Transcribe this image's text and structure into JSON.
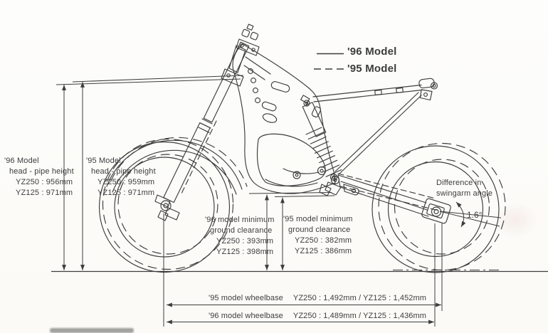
{
  "legend": {
    "model_96": "'96 Model",
    "model_95": "'95 Model"
  },
  "head_pipe_height_96": {
    "l1": "'96 Model",
    "l2": "head - pipe height",
    "l3": "YZ250 : 956mm",
    "l4": "YZ125 : 971mm"
  },
  "head_pipe_height_95": {
    "l1": "'95 Model",
    "l2": "head - pipe height",
    "l3": "YZ250 : 959mm",
    "l4": "YZ125 : 971mm"
  },
  "ground_clearance_96": {
    "l1": "'96 model minimum",
    "l2": "ground clearance",
    "l3": "YZ250 : 393mm",
    "l4": "YZ125 : 398mm"
  },
  "ground_clearance_95": {
    "l1": "'95 model minimum",
    "l2": "ground clearance",
    "l3": "YZ250 : 382mm",
    "l4": "YZ125 : 386mm"
  },
  "swingarm_angle": {
    "l1": "Difference in",
    "l2": "swingarm angle",
    "value": "1.6°"
  },
  "wheelbase_95": {
    "label": "'95 model wheelbase",
    "value": "YZ250 : 1,492mm / YZ125 : 1,452mm"
  },
  "wheelbase_96": {
    "label": "'96 model wheelbase",
    "value": "YZ250 : 1,489mm / YZ125 : 1,436mm"
  },
  "colors": {
    "ink": "#3d3d3d",
    "paper": "#fcfbf8"
  }
}
